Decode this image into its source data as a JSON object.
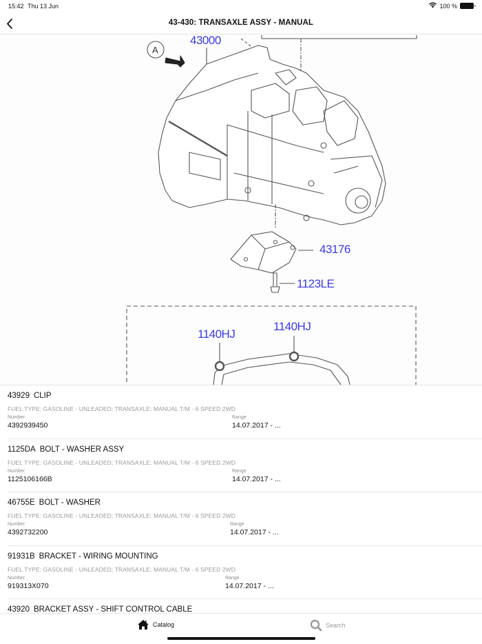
{
  "status_bar": {
    "time": "15:42",
    "date": "Thu 13 Jun",
    "battery": "100 %",
    "icons": [
      "wifi-icon",
      "battery-icon"
    ]
  },
  "nav": {
    "back_icon": "chevron-left-icon",
    "title": "43-430: TRANSAXLE ASSY - MANUAL"
  },
  "diagram": {
    "callouts": [
      {
        "label": "43000"
      },
      {
        "label": "A"
      },
      {
        "label": "43176"
      },
      {
        "label": "1123LE"
      },
      {
        "label": "1140HJ"
      },
      {
        "label": "1140HJ"
      }
    ],
    "callout_color": "#3a3ae8"
  },
  "parts": [
    {
      "code": "43929",
      "name": "CLIP",
      "description": "FUEL TYPE: GASOLINE - UNLEADED; TRANSAXLE: MANUAL T/M - 6 SPEED 2WD",
      "number_label": "Number",
      "number": "4392939450",
      "range_label": "Range",
      "range": "14.07.2017 - ...",
      "range_x": 337
    },
    {
      "code": "1125DA",
      "name": "BOLT - WASHER ASSY",
      "description": "FUEL TYPE: GASOLINE - UNLEADED; TRANSAXLE: MANUAL T/M - 6 SPEED 2WD",
      "number_label": "Number",
      "number": "1125106166B",
      "range_label": "Range",
      "range": "14.07.2017 - ...",
      "range_x": 337
    },
    {
      "code": "46755E",
      "name": "BOLT - WASHER",
      "description": "FUEL TYPE: GASOLINE - UNLEADED; TRANSAXLE: MANUAL T/M - 6 SPEED 2WD",
      "number_label": "Number",
      "number": "4392732200",
      "range_label": "Range",
      "range": "14.07.2017 - ...",
      "range_x": 334
    },
    {
      "code": "91931B",
      "name": "BRACKET - WIRING MOUNTING",
      "description": "FUEL TYPE: GASOLINE - UNLEADED; TRANSAXLE: MANUAL T/M - 6 SPEED 2WD",
      "number_label": "Number",
      "number": "919313X070",
      "range_label": "Range",
      "range": "14.07.2017 - ...",
      "range_x": 327
    },
    {
      "code": "43920",
      "name": "BRACKET ASSY - SHIFT CONTROL CABLE",
      "description": "",
      "number_label": "",
      "number": "",
      "range_label": "",
      "range": ""
    }
  ],
  "tab_bar": {
    "tabs": [
      {
        "label": "Catalog",
        "icon": "home-icon",
        "active": true
      },
      {
        "label": "Search",
        "icon": "search-icon",
        "active": false
      }
    ]
  }
}
